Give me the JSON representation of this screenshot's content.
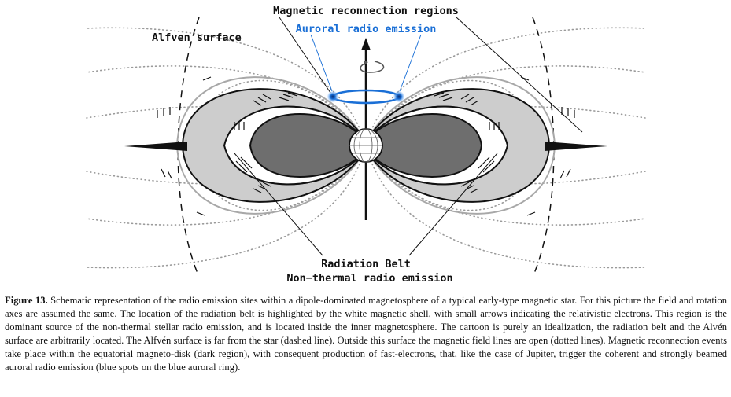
{
  "labels": {
    "magnetic_reconnection": "Magnetic reconnection regions",
    "auroral_radio": "Auroral radio emission",
    "alfven_surface": "Alfven surface",
    "radiation_belt": "Radiation Belt",
    "nonthermal_radio": "Non−thermal radio emission"
  },
  "caption": {
    "figure_label": "Figure 13.",
    "text": "Schematic representation of the radio emission sites within a dipole-dominated magnetosphere of a typical early-type magnetic star. For this picture the field and rotation axes are assumed the same. The location of the radiation belt is highlighted by the white magnetic shell, with small arrows indicating the relativistic electrons. This region is the dominant source of the non-thermal stellar radio emission, and is located inside the inner magnetosphere. The cartoon is purely an idealization, the radiation belt and the Alvén surface are arbitrarily located. The Alfvén surface is far from the star (dashed line). Outside this surface the magnetic field lines are open (dotted lines). Magnetic reconnection events take place within the equatorial magneto-disk (dark region), with consequent production of fast-electrons, that, like the case of Jupiter, trigger the coherent and strongly beamed auroral radio emission (blue spots on the blue auroral ring)."
  },
  "colors": {
    "auroral_blue": "#1a6fd6",
    "dark_region": "#6e6e6e",
    "light_shell": "#cdcdcd",
    "open_field_dots": "#9a9a9a"
  }
}
